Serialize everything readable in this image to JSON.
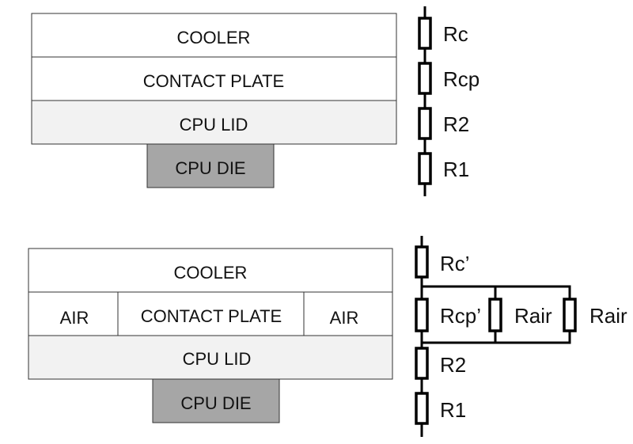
{
  "colors": {
    "white_layer": "#ffffff",
    "lid_layer": "#f2f2f2",
    "die_layer": "#a6a6a6",
    "outline": "#333333",
    "wire": "#000000"
  },
  "top": {
    "layers": {
      "cooler": "COOLER",
      "contact_plate": "CONTACT PLATE",
      "cpu_lid": "CPU LID",
      "cpu_die": "CPU DIE"
    },
    "resistors": {
      "rc": "Rc",
      "rcp": "Rcp",
      "r2": "R2",
      "r1": "R1"
    }
  },
  "bottom": {
    "layers": {
      "cooler": "COOLER",
      "air_left": "AIR",
      "contact_plate": "CONTACT PLATE",
      "air_right": "AIR",
      "cpu_lid": "CPU LID",
      "cpu_die": "CPU DIE"
    },
    "resistors": {
      "rc": "Rc’",
      "rcp": "Rcp’",
      "rair_1": "Rair",
      "rair_2": "Rair",
      "r2": "R2",
      "r1": "R1"
    }
  }
}
